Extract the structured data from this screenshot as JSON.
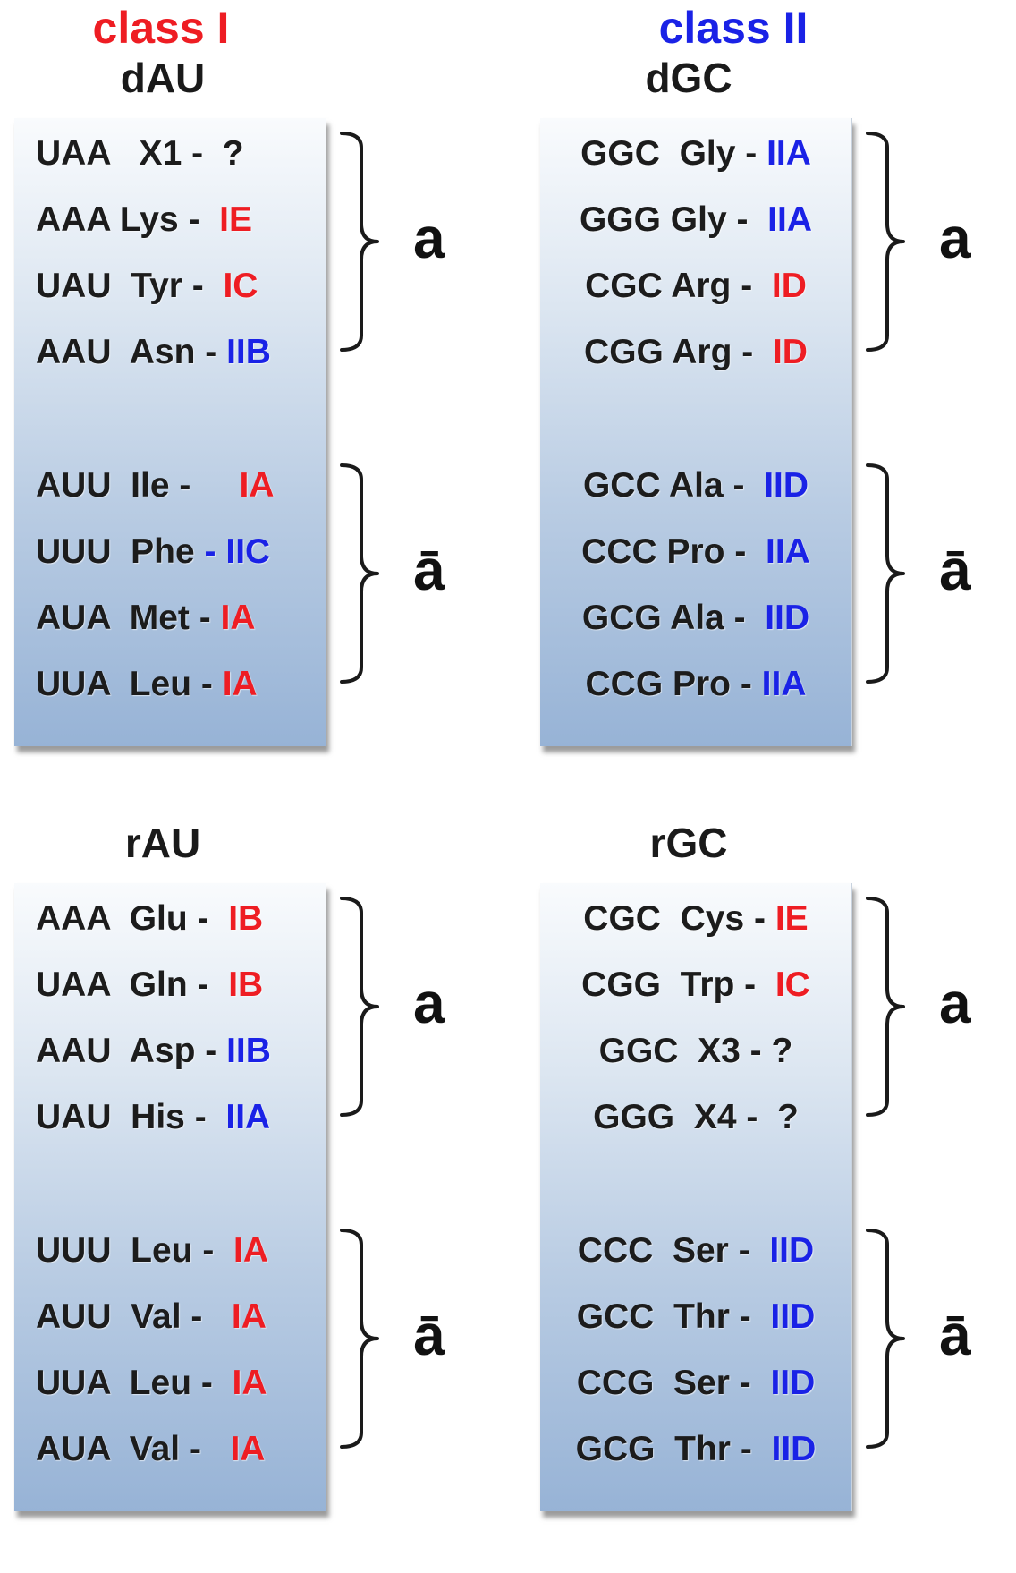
{
  "class_headers": [
    {
      "label": "class I",
      "color": "#ee1d23"
    },
    {
      "label": "class II",
      "color": "#1a22e6"
    }
  ],
  "quadrants": [
    {
      "title": "dAU",
      "align": "left",
      "groups": [
        {
          "label": "a",
          "rows": [
            {
              "text": "UAA   X1 -  ",
              "cls": "?",
              "color": "black"
            },
            {
              "text": "AAA Lys -  ",
              "cls": "IE",
              "color": "red"
            },
            {
              "text": "UAU  Tyr -  ",
              "cls": "IC",
              "color": "red"
            },
            {
              "text": "AAU  Asn - ",
              "cls": "IIB",
              "color": "blue"
            }
          ]
        },
        {
          "label": "ā",
          "rows": [
            {
              "text": "AUU  Ile -     ",
              "cls": "IA",
              "color": "red"
            },
            {
              "text": "UUU  Phe ",
              "cls": "- IIC",
              "color": "blue"
            },
            {
              "text": "AUA  Met - ",
              "cls": "IA",
              "color": "red"
            },
            {
              "text": "UUA  Leu - ",
              "cls": "IA",
              "color": "red"
            }
          ]
        }
      ]
    },
    {
      "title": "dGC",
      "align": "center",
      "groups": [
        {
          "label": "a",
          "rows": [
            {
              "text": "GGC  Gly - ",
              "cls": "IIA",
              "color": "blue"
            },
            {
              "text": "GGG Gly -  ",
              "cls": "IIA",
              "color": "blue"
            },
            {
              "text": "CGC Arg -  ",
              "cls": "ID",
              "color": "red"
            },
            {
              "text": "CGG Arg -  ",
              "cls": "ID",
              "color": "red"
            }
          ]
        },
        {
          "label": "ā",
          "rows": [
            {
              "text": "GCC Ala -  ",
              "cls": "IID",
              "color": "blue"
            },
            {
              "text": "CCC Pro -  ",
              "cls": "IIA",
              "color": "blue"
            },
            {
              "text": "GCG Ala -  ",
              "cls": "IID",
              "color": "blue"
            },
            {
              "text": "CCG Pro - ",
              "cls": "IIA",
              "color": "blue"
            }
          ]
        }
      ]
    },
    {
      "title": "rAU",
      "align": "left",
      "groups": [
        {
          "label": "a",
          "rows": [
            {
              "text": "AAA  Glu -  ",
              "cls": "IB",
              "color": "red"
            },
            {
              "text": "UAA  Gln -  ",
              "cls": "IB",
              "color": "red"
            },
            {
              "text": "AAU  Asp - ",
              "cls": "IIB",
              "color": "blue"
            },
            {
              "text": "UAU  His -  ",
              "cls": "IIA",
              "color": "blue"
            }
          ]
        },
        {
          "label": "ā",
          "rows": [
            {
              "text": "UUU  Leu -  ",
              "cls": "IA",
              "color": "red"
            },
            {
              "text": "AUU  Val -   ",
              "cls": "IA",
              "color": "red"
            },
            {
              "text": "UUA  Leu -  ",
              "cls": "IA",
              "color": "red"
            },
            {
              "text": "AUA  Val -   ",
              "cls": "IA",
              "color": "red"
            }
          ]
        }
      ]
    },
    {
      "title": "rGC",
      "align": "center",
      "groups": [
        {
          "label": "a",
          "rows": [
            {
              "text": "CGC  Cys - ",
              "cls": "IE",
              "color": "red"
            },
            {
              "text": "CGG  Trp -  ",
              "cls": "IC",
              "color": "red"
            },
            {
              "text": "GGC  X3 - ",
              "cls": "?",
              "color": "black"
            },
            {
              "text": "GGG  X4 -  ",
              "cls": "?",
              "color": "black"
            }
          ]
        },
        {
          "label": "ā",
          "rows": [
            {
              "text": "CCC  Ser -  ",
              "cls": "IID",
              "color": "blue"
            },
            {
              "text": "GCC  Thr -  ",
              "cls": "IID",
              "color": "blue"
            },
            {
              "text": "CCG  Ser -  ",
              "cls": "IID",
              "color": "blue"
            },
            {
              "text": "GCG  Thr -  ",
              "cls": "IID",
              "color": "blue"
            }
          ]
        }
      ]
    }
  ]
}
